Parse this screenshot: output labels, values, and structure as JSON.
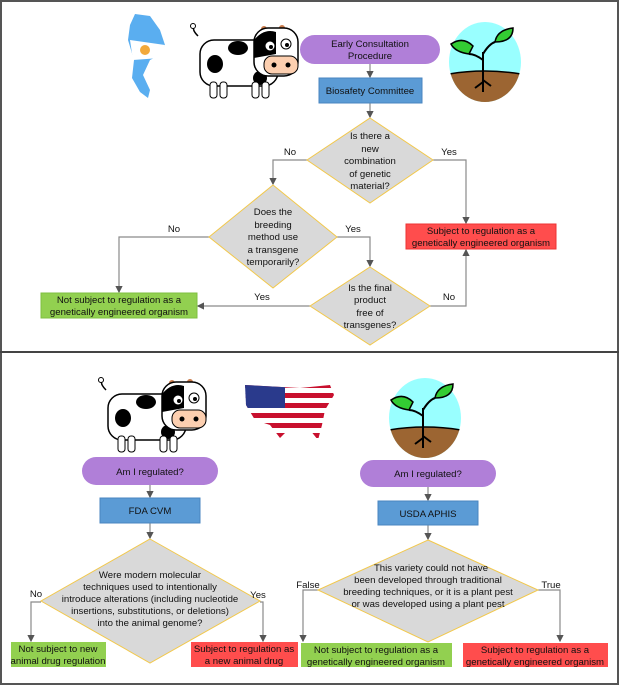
{
  "colors": {
    "start": "#b07fd8",
    "process": "#5b9bd5",
    "decision": "#d9d9d9",
    "decision_border": "#f2c84b",
    "regulated": "#ff4d4d",
    "not_regulated": "#92d050",
    "sky": "#99ffff",
    "soil": "#9c6532"
  },
  "argentina": {
    "icons": [
      "argentina-map-icon",
      "cow-icon",
      "plant-icon"
    ],
    "start": [
      "Early Consultation",
      "Procedure"
    ],
    "committee": "Biosafety Committee",
    "q1": [
      "Is there a",
      "new",
      "combination",
      "of genetic",
      "material?"
    ],
    "q1_no": "No",
    "q1_yes": "Yes",
    "q2": [
      "Does the",
      "breeding",
      "method use",
      "a transgene",
      "temporarily?"
    ],
    "q2_no": "No",
    "q2_yes": "Yes",
    "q3": [
      "Is the final",
      "product",
      "free of",
      "transgenes?"
    ],
    "q3_yes": "Yes",
    "q3_no": "No",
    "regulated": [
      "Subject to regulation as a",
      "genetically engineered organism"
    ],
    "not_regulated": [
      "Not subject to regulation as a",
      "genetically engineered organism"
    ]
  },
  "usa": {
    "icons": [
      "cow-icon",
      "usa-flag-map-icon",
      "plant-icon"
    ],
    "animal": {
      "start": "Am I regulated?",
      "agency": "FDA CVM",
      "question": [
        "Were modern molecular",
        "techniques used to intentionally",
        "introduce alterations (including nucleotide",
        "insertions, substitutions, or deletions)",
        "into the animal genome?"
      ],
      "no": "No",
      "yes": "Yes",
      "not_regulated": [
        "Not subject to new",
        "animal drug regulation"
      ],
      "regulated": [
        "Subject to regulation as",
        "a new animal drug"
      ]
    },
    "plant": {
      "start": "Am I regulated?",
      "agency": "USDA APHIS",
      "question": [
        "This variety could not have",
        "been developed through traditional",
        "breeding techniques, or it is a plant pest",
        "or was developed using a plant pest"
      ],
      "false": "False",
      "true": "True",
      "not_regulated": [
        "Not subject to regulation as a",
        "genetically engineered organism"
      ],
      "regulated": [
        "Subject to regulation as a",
        "genetically engineered organism"
      ]
    }
  }
}
